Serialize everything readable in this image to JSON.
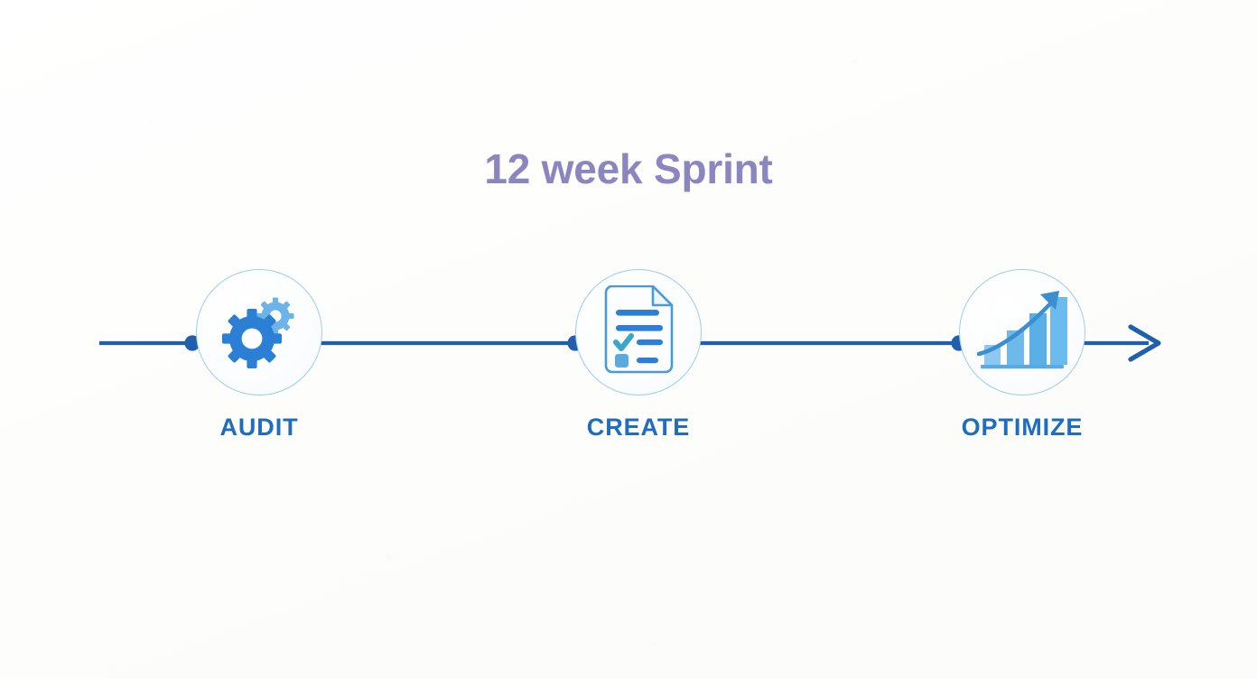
{
  "title": "12 week Sprint",
  "colors": {
    "background": "#fdfdfc",
    "title": "#8b86bf",
    "label": "#1f6dbf",
    "line": "#1f5fae",
    "node_dot": "#1f5fae",
    "circle_stroke": "#9ecfe4",
    "icon_primary": "#2b7fd4",
    "icon_secondary": "#6bb3e8",
    "icon_accent": "#3a9fd4"
  },
  "flow": {
    "line_label": "process-timeline",
    "arrow_direction": "right",
    "steps": [
      {
        "id": "audit",
        "order": 1,
        "label": "AUDIT",
        "icon": "gears-icon"
      },
      {
        "id": "create",
        "order": 2,
        "label": "CREATE",
        "icon": "document-checklist-icon"
      },
      {
        "id": "optimize",
        "order": 3,
        "label": "OPTIMIZE",
        "icon": "growth-bar-chart-icon"
      }
    ]
  }
}
